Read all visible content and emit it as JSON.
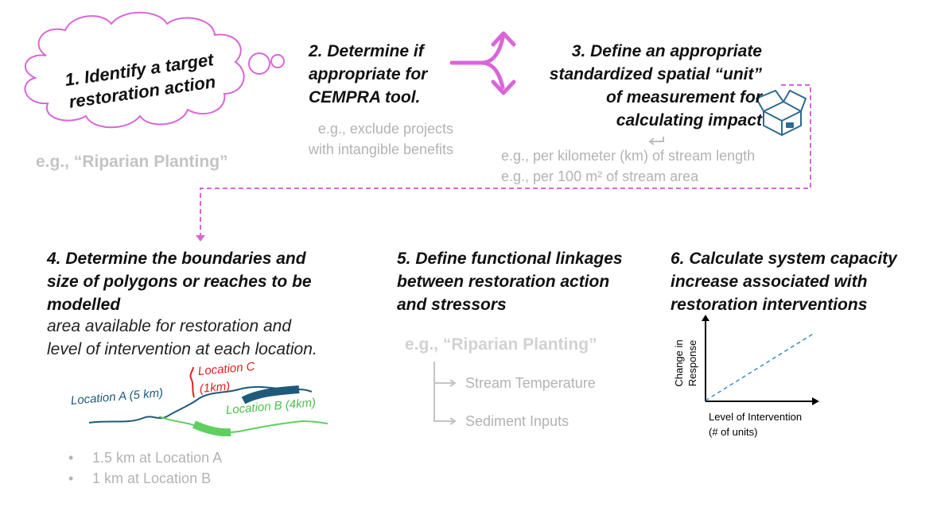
{
  "steps": {
    "s1": {
      "title": "1. Identify a target restoration action",
      "example": "e.g., “Riparian Planting”"
    },
    "s2": {
      "title_lines": [
        "2. Determine if",
        "appropriate for",
        "CEMPRA tool."
      ],
      "example_lines": [
        "e.g., exclude projects",
        "with intangible benefits"
      ]
    },
    "s3": {
      "title_lines": [
        "3. Define an appropriate",
        "standardized spatial “unit”",
        "of measurement for",
        "calculating impact"
      ],
      "example_lines": [
        "e.g., per kilometer (km) of stream length",
        "e.g., per 100 m² of stream area"
      ]
    },
    "s4": {
      "title_lines": [
        "4. Determine the boundaries and",
        "size of polygons or reaches to be",
        "modelled"
      ],
      "subtitle_lines": [
        "area available for restoration and",
        "level of intervention at each location."
      ],
      "map_labels": {
        "a": "Location A (5 km)",
        "b": "Location B (4km)",
        "c1": "Location C",
        "c2": "(1km)"
      },
      "bullets": [
        "1.5 km at Location A",
        "1 km at Location B"
      ]
    },
    "s5": {
      "title_lines": [
        "5. Define functional linkages",
        "between restoration action",
        "and stressors"
      ],
      "example": "e.g., “Riparian Planting”",
      "linkages": [
        "Stream Temperature",
        "Sediment Inputs"
      ]
    },
    "s6": {
      "title_lines": [
        "6. Calculate system capacity",
        "increase associated with",
        "restoration interventions"
      ],
      "chart": {
        "ylabel_lines": [
          "Change in",
          "Response"
        ],
        "xlabel_lines": [
          "Level of Intervention",
          "(# of units)"
        ]
      }
    }
  },
  "colors": {
    "arrow": "#d966d9",
    "location_a": "#1f5a7a",
    "location_b": "#5fcf5f",
    "location_c": "#e02020",
    "chart_line": "#3a8fc8",
    "box_icon": "#2d6a90"
  },
  "icons": [
    "cloud-icon",
    "split-arrow-icon",
    "box-icon",
    "return-arrow-icon"
  ]
}
